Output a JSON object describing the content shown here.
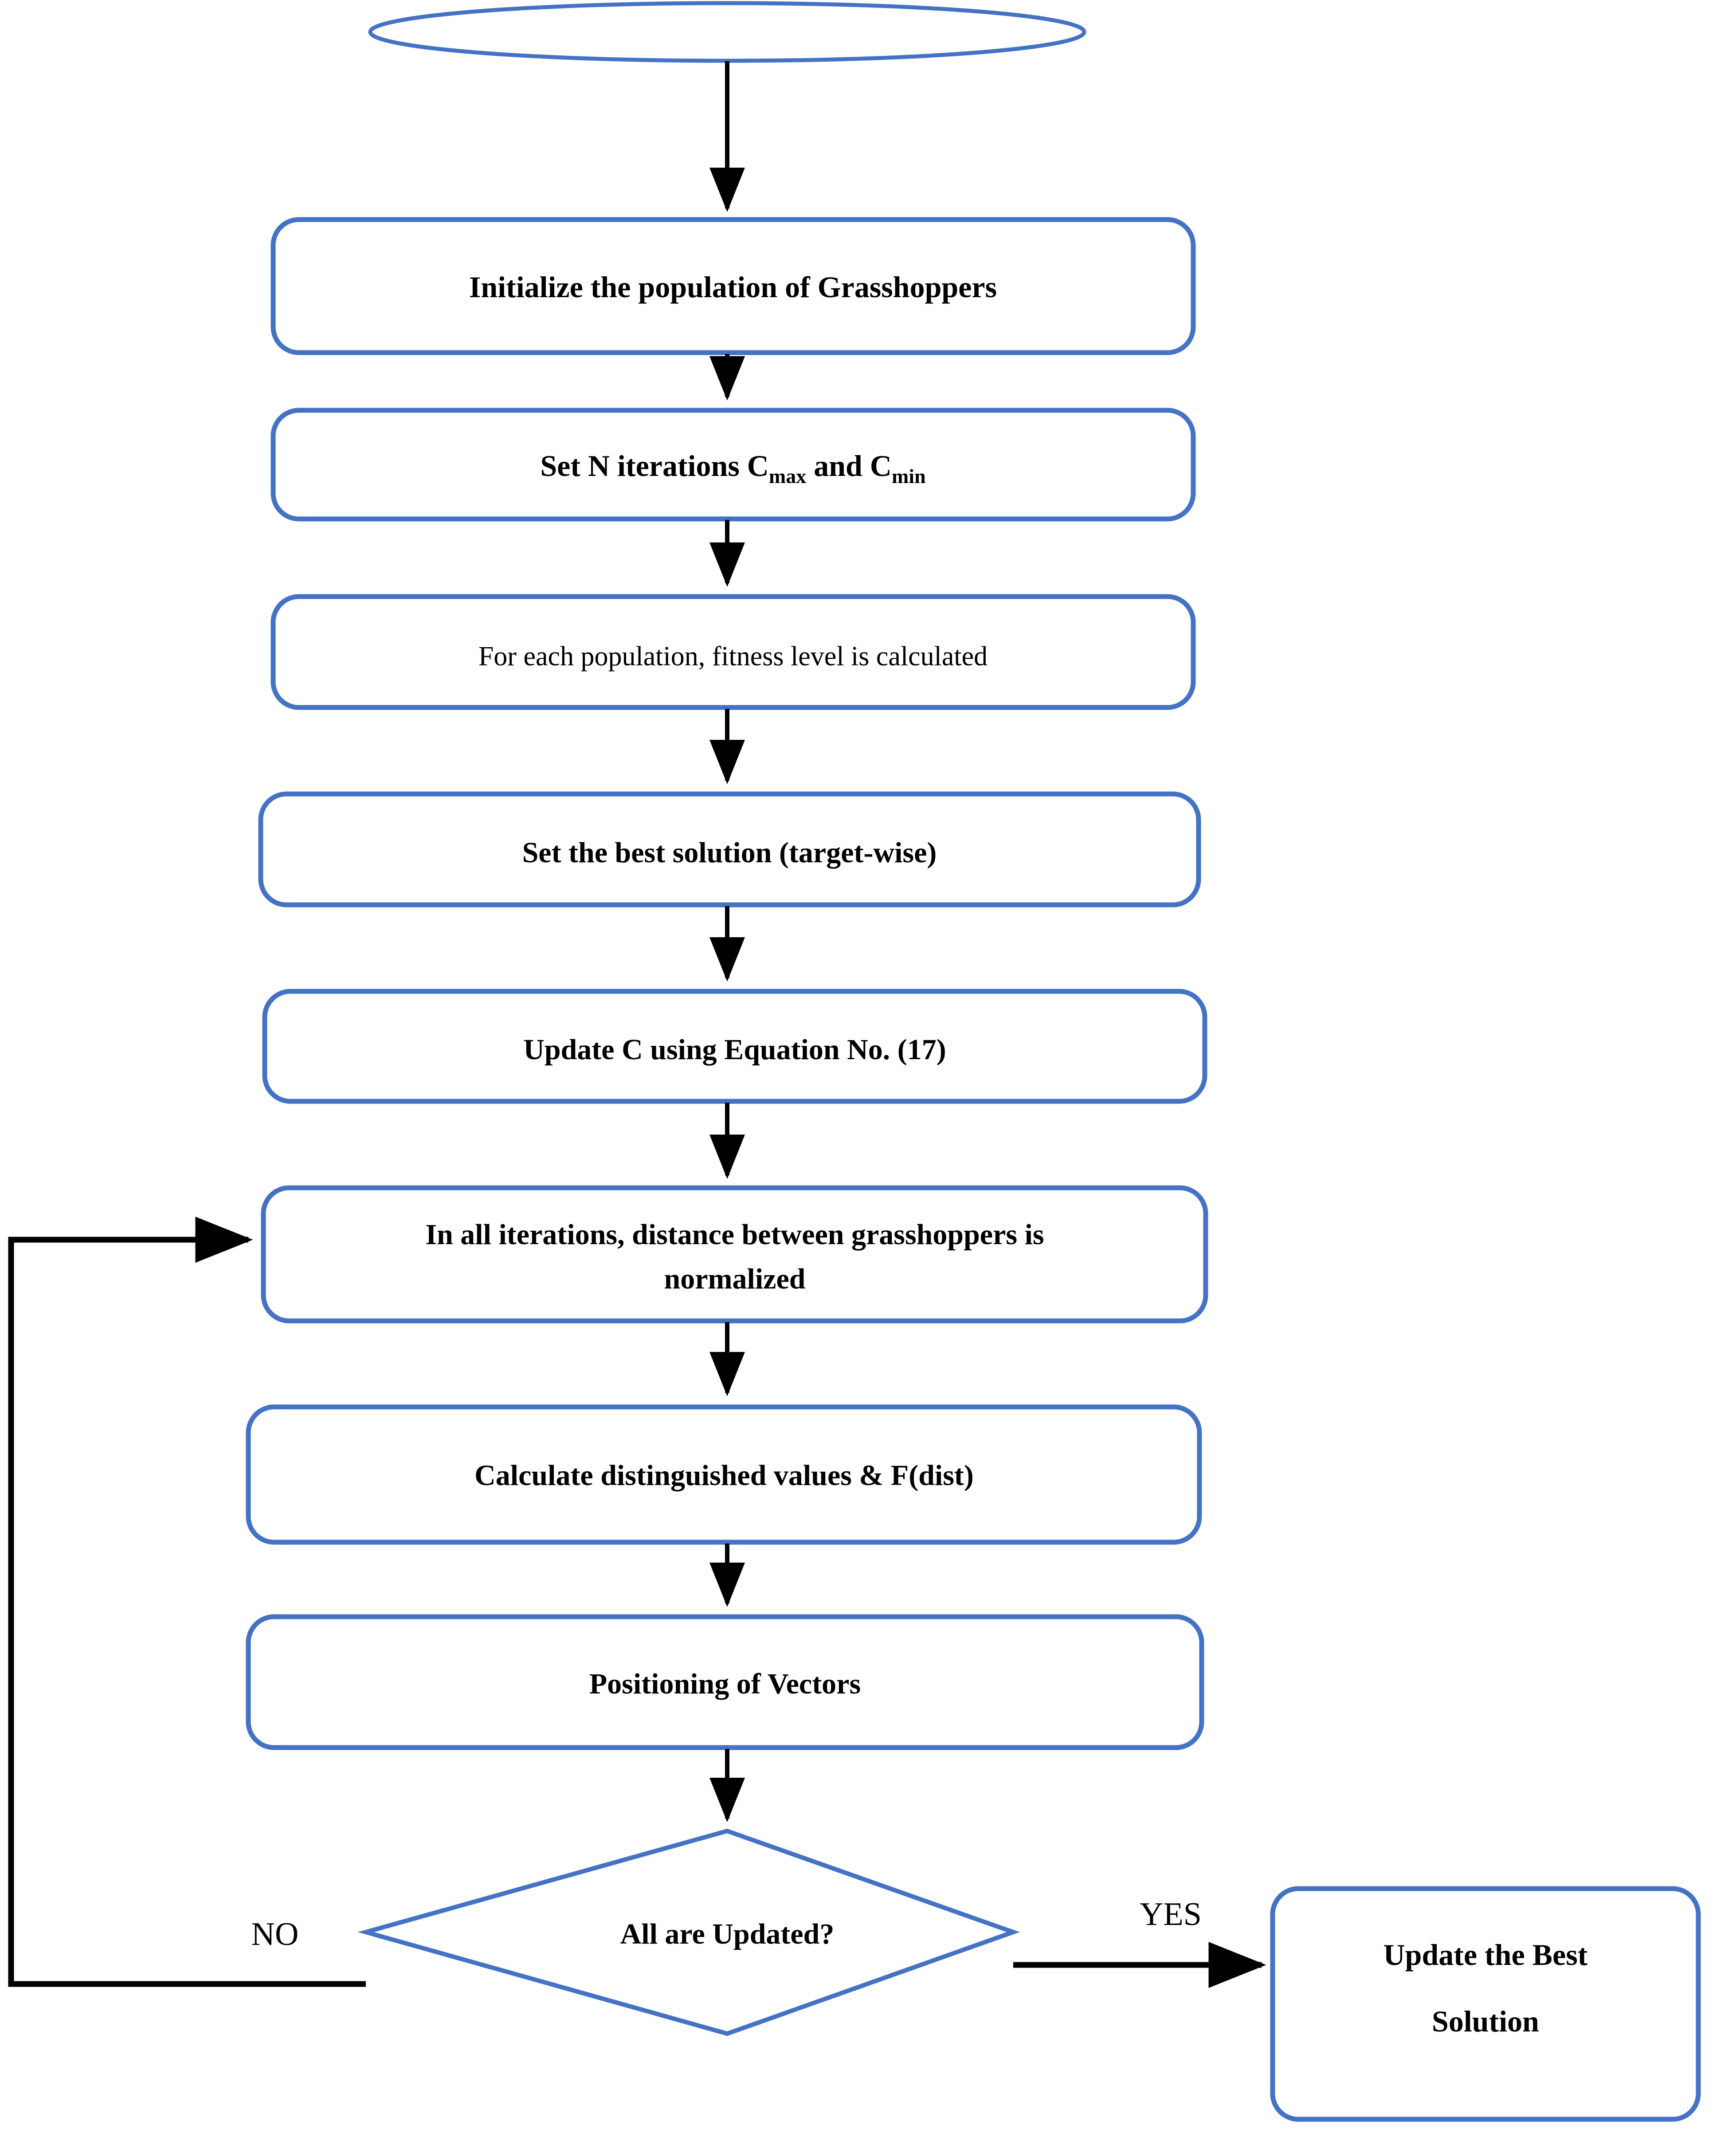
{
  "diagram": {
    "title": "Grasshopper Optimization Algorithm Flowchart",
    "colors": {
      "shape_stroke": "#4472C4",
      "shape_fill": "#ffffff",
      "connector": "#000000",
      "text": "#000000",
      "background": "#ffffff"
    },
    "start": {
      "shape": "ellipse",
      "label": ""
    },
    "steps": [
      {
        "id": "initialize",
        "shape": "rounded-rectangle",
        "label": "Initialize the population of Grasshoppers"
      },
      {
        "id": "set-iterations",
        "shape": "rounded-rectangle",
        "label": "Set N iterations Cmax and Cmin",
        "label_parts": {
          "prefix": "Set N iterations C",
          "sub1": "max",
          "middle": " and C",
          "sub2": "min"
        }
      },
      {
        "id": "fitness",
        "shape": "rounded-rectangle",
        "label": "For each population, fitness level is calculated"
      },
      {
        "id": "best-solution",
        "shape": "rounded-rectangle",
        "label": "Set the best solution (target-wise)"
      },
      {
        "id": "update-c",
        "shape": "rounded-rectangle",
        "label": "Update C using Equation No. (17)"
      },
      {
        "id": "normalize",
        "shape": "rounded-rectangle",
        "label": "In all iterations, distance between grasshoppers is normalized",
        "line1": "In all iterations, distance between grasshoppers is",
        "line2": "normalized"
      },
      {
        "id": "distinguished-values",
        "shape": "rounded-rectangle",
        "label": "Calculate distinguished values & F(dist)"
      },
      {
        "id": "positioning",
        "shape": "rounded-rectangle",
        "label": "Positioning of Vectors"
      }
    ],
    "decision": {
      "id": "all-updated",
      "shape": "diamond",
      "label": "All are Updated?",
      "branches": {
        "no": {
          "label": "NO",
          "target": "normalize"
        },
        "yes": {
          "label": "YES",
          "target": "update-best-solution"
        }
      }
    },
    "end": {
      "id": "update-best-solution",
      "shape": "rounded-rectangle",
      "label": "Update the Best Solution",
      "line1": "Update the Best",
      "line2": "Solution"
    }
  }
}
